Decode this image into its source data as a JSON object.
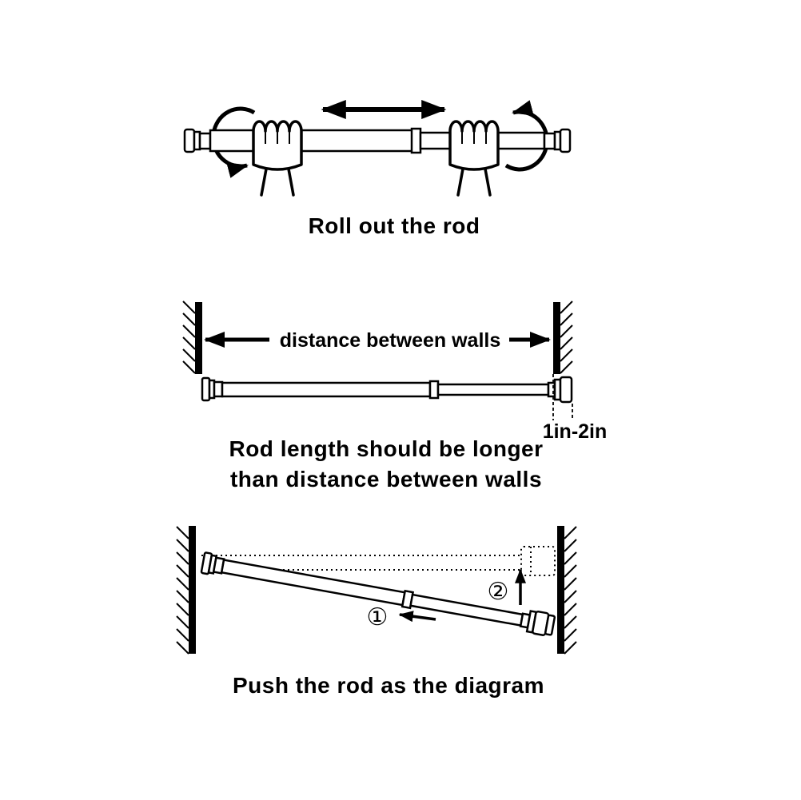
{
  "figure": {
    "background": "#ffffff",
    "ink": "#000000"
  },
  "panels": {
    "roll_out": {
      "caption": "Roll out the rod"
    },
    "rod_length": {
      "distance_label": "distance between walls",
      "overlap_label": "1in-2in",
      "caption_line1": "Rod length should be longer",
      "caption_line2": "than distance between walls"
    },
    "push": {
      "step1_marker": "①",
      "step2_marker": "②",
      "caption": "Push the rod as the diagram"
    }
  }
}
